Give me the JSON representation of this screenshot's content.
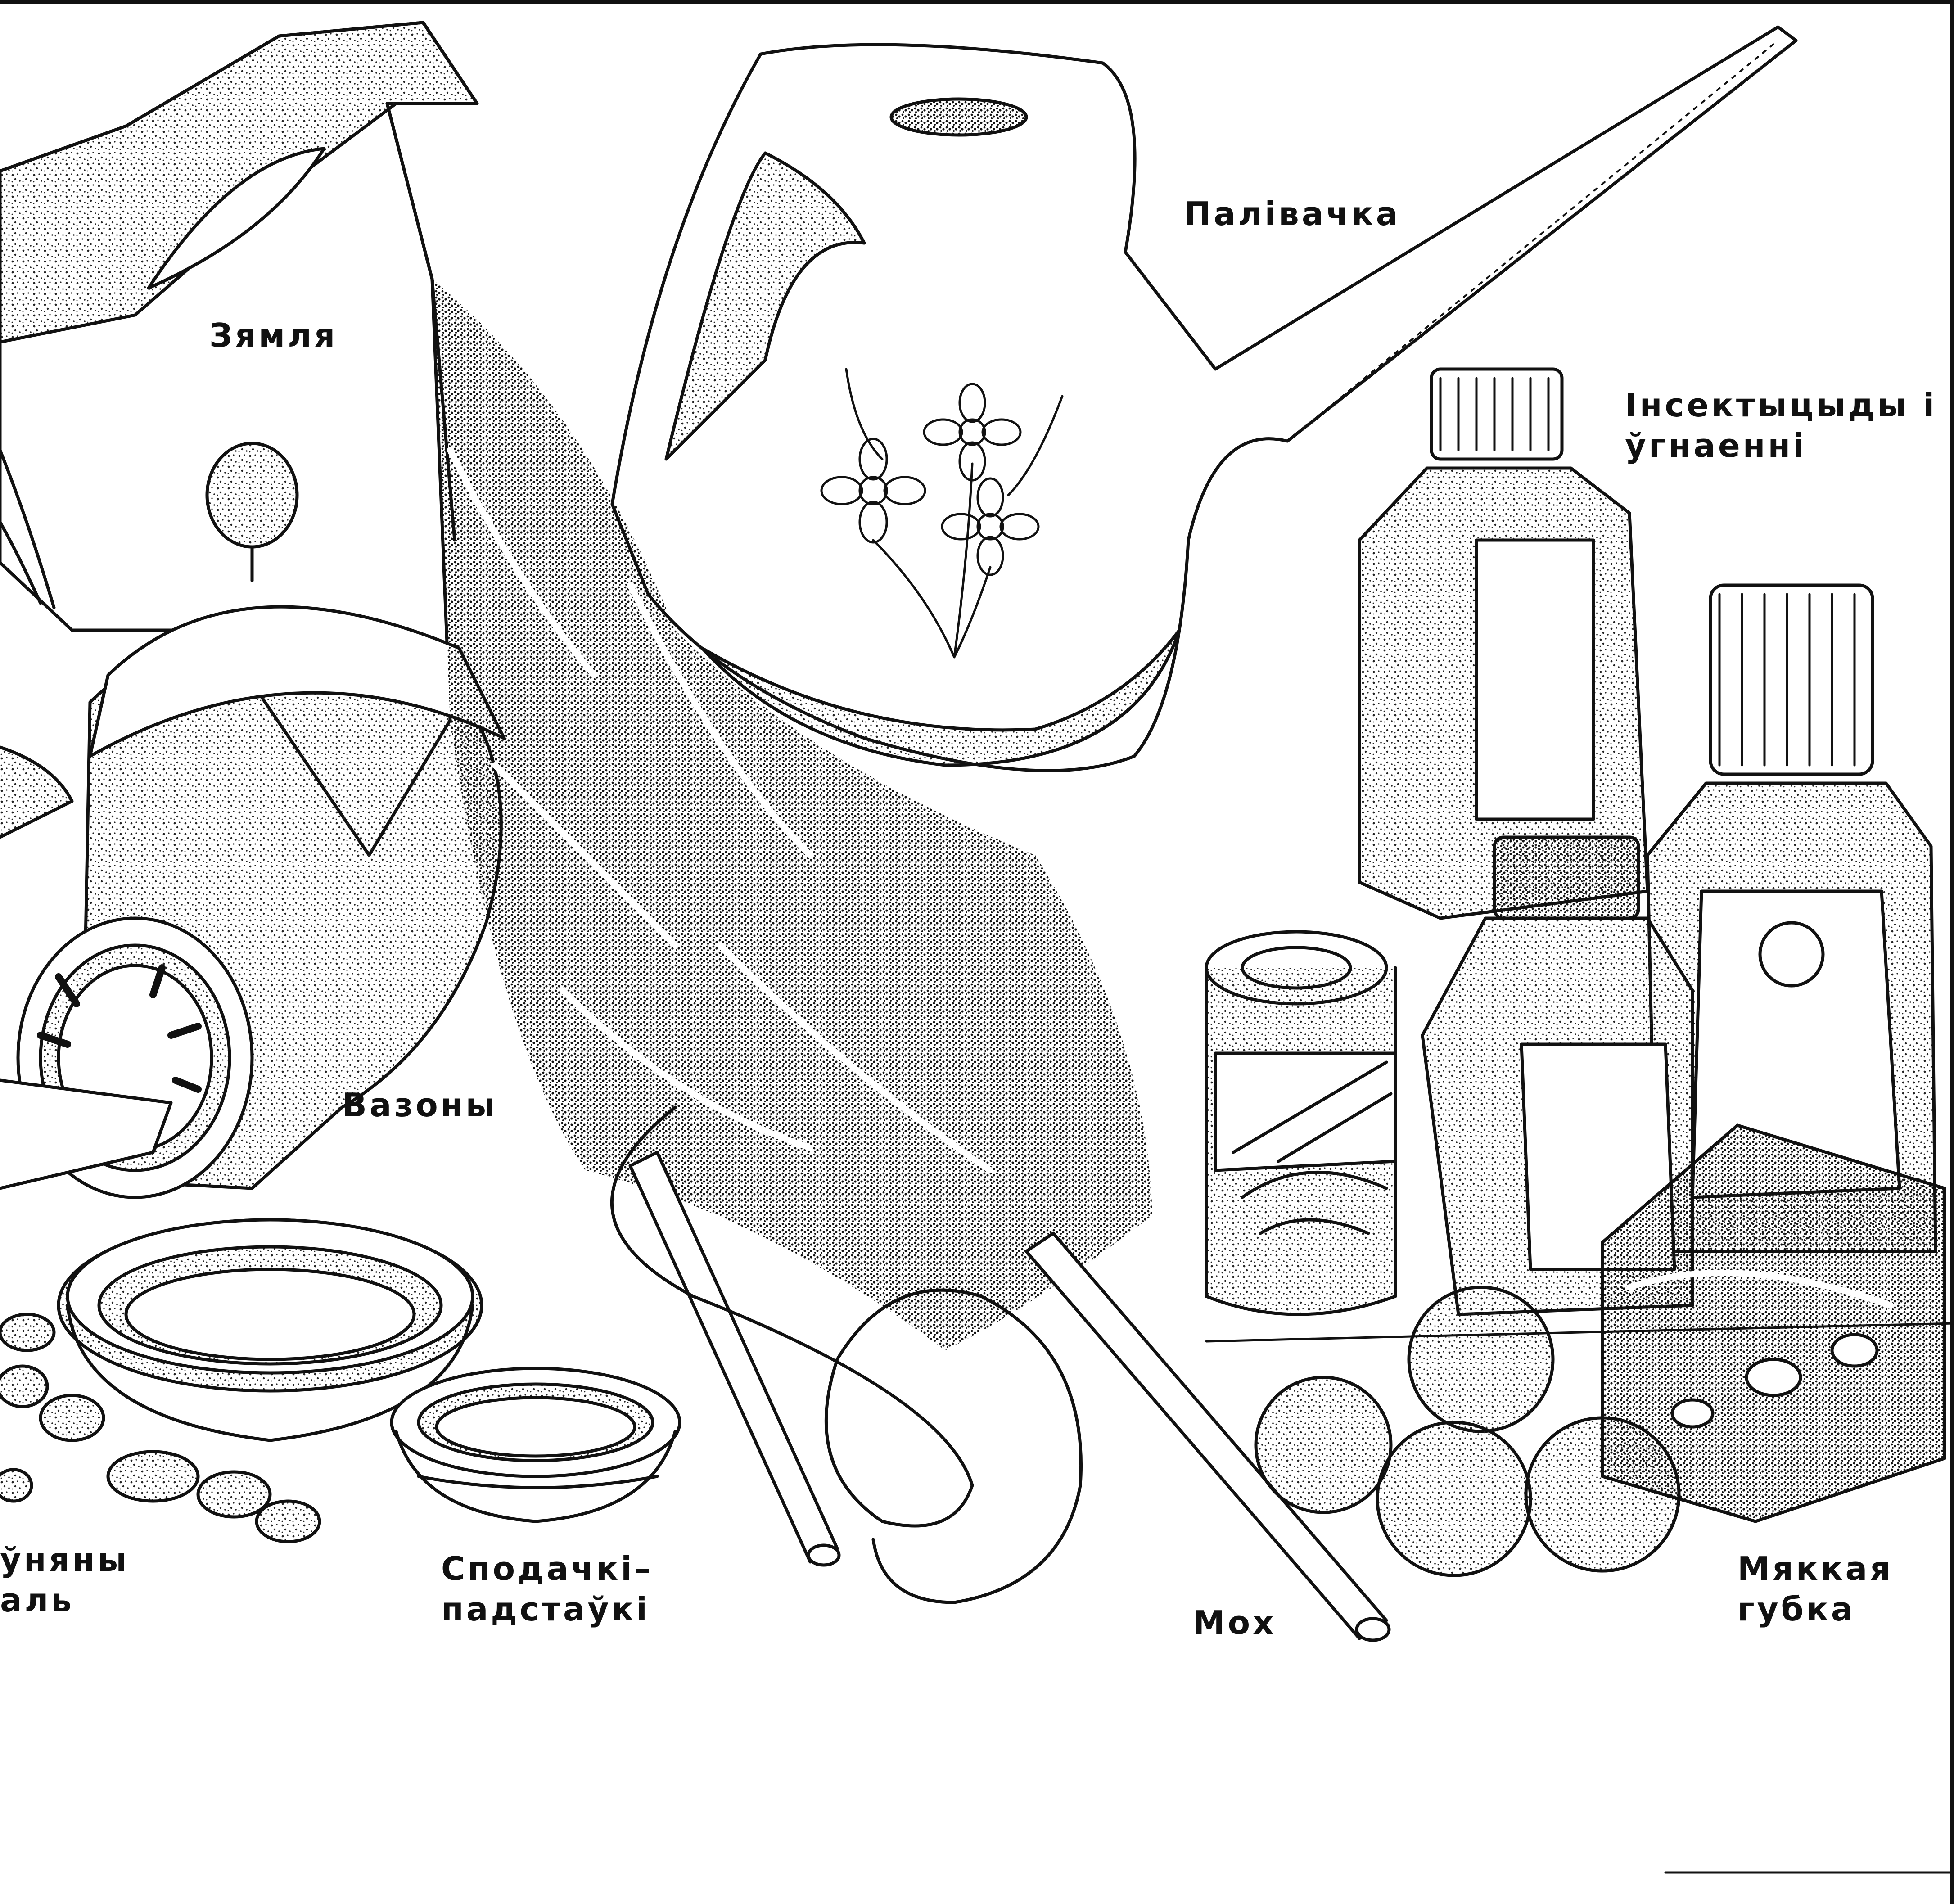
{
  "labels": {
    "soil": "Зямля",
    "watering_can": "Палівачка",
    "insecticides_line1": "Інсектыцыды і",
    "insecticides_line2": "ўгнаенні",
    "pots": "Вазоны",
    "saucers_line1": "Сподачкі–",
    "saucers_line2": "падстаўкі",
    "moss": "Мох",
    "sponge_line1": "Мяккая",
    "sponge_line2": "губка",
    "pebbles_line1": "ўняны",
    "pebbles_line2": "аль"
  },
  "colors": {
    "ink": "#111111",
    "paper": "#ffffff"
  }
}
